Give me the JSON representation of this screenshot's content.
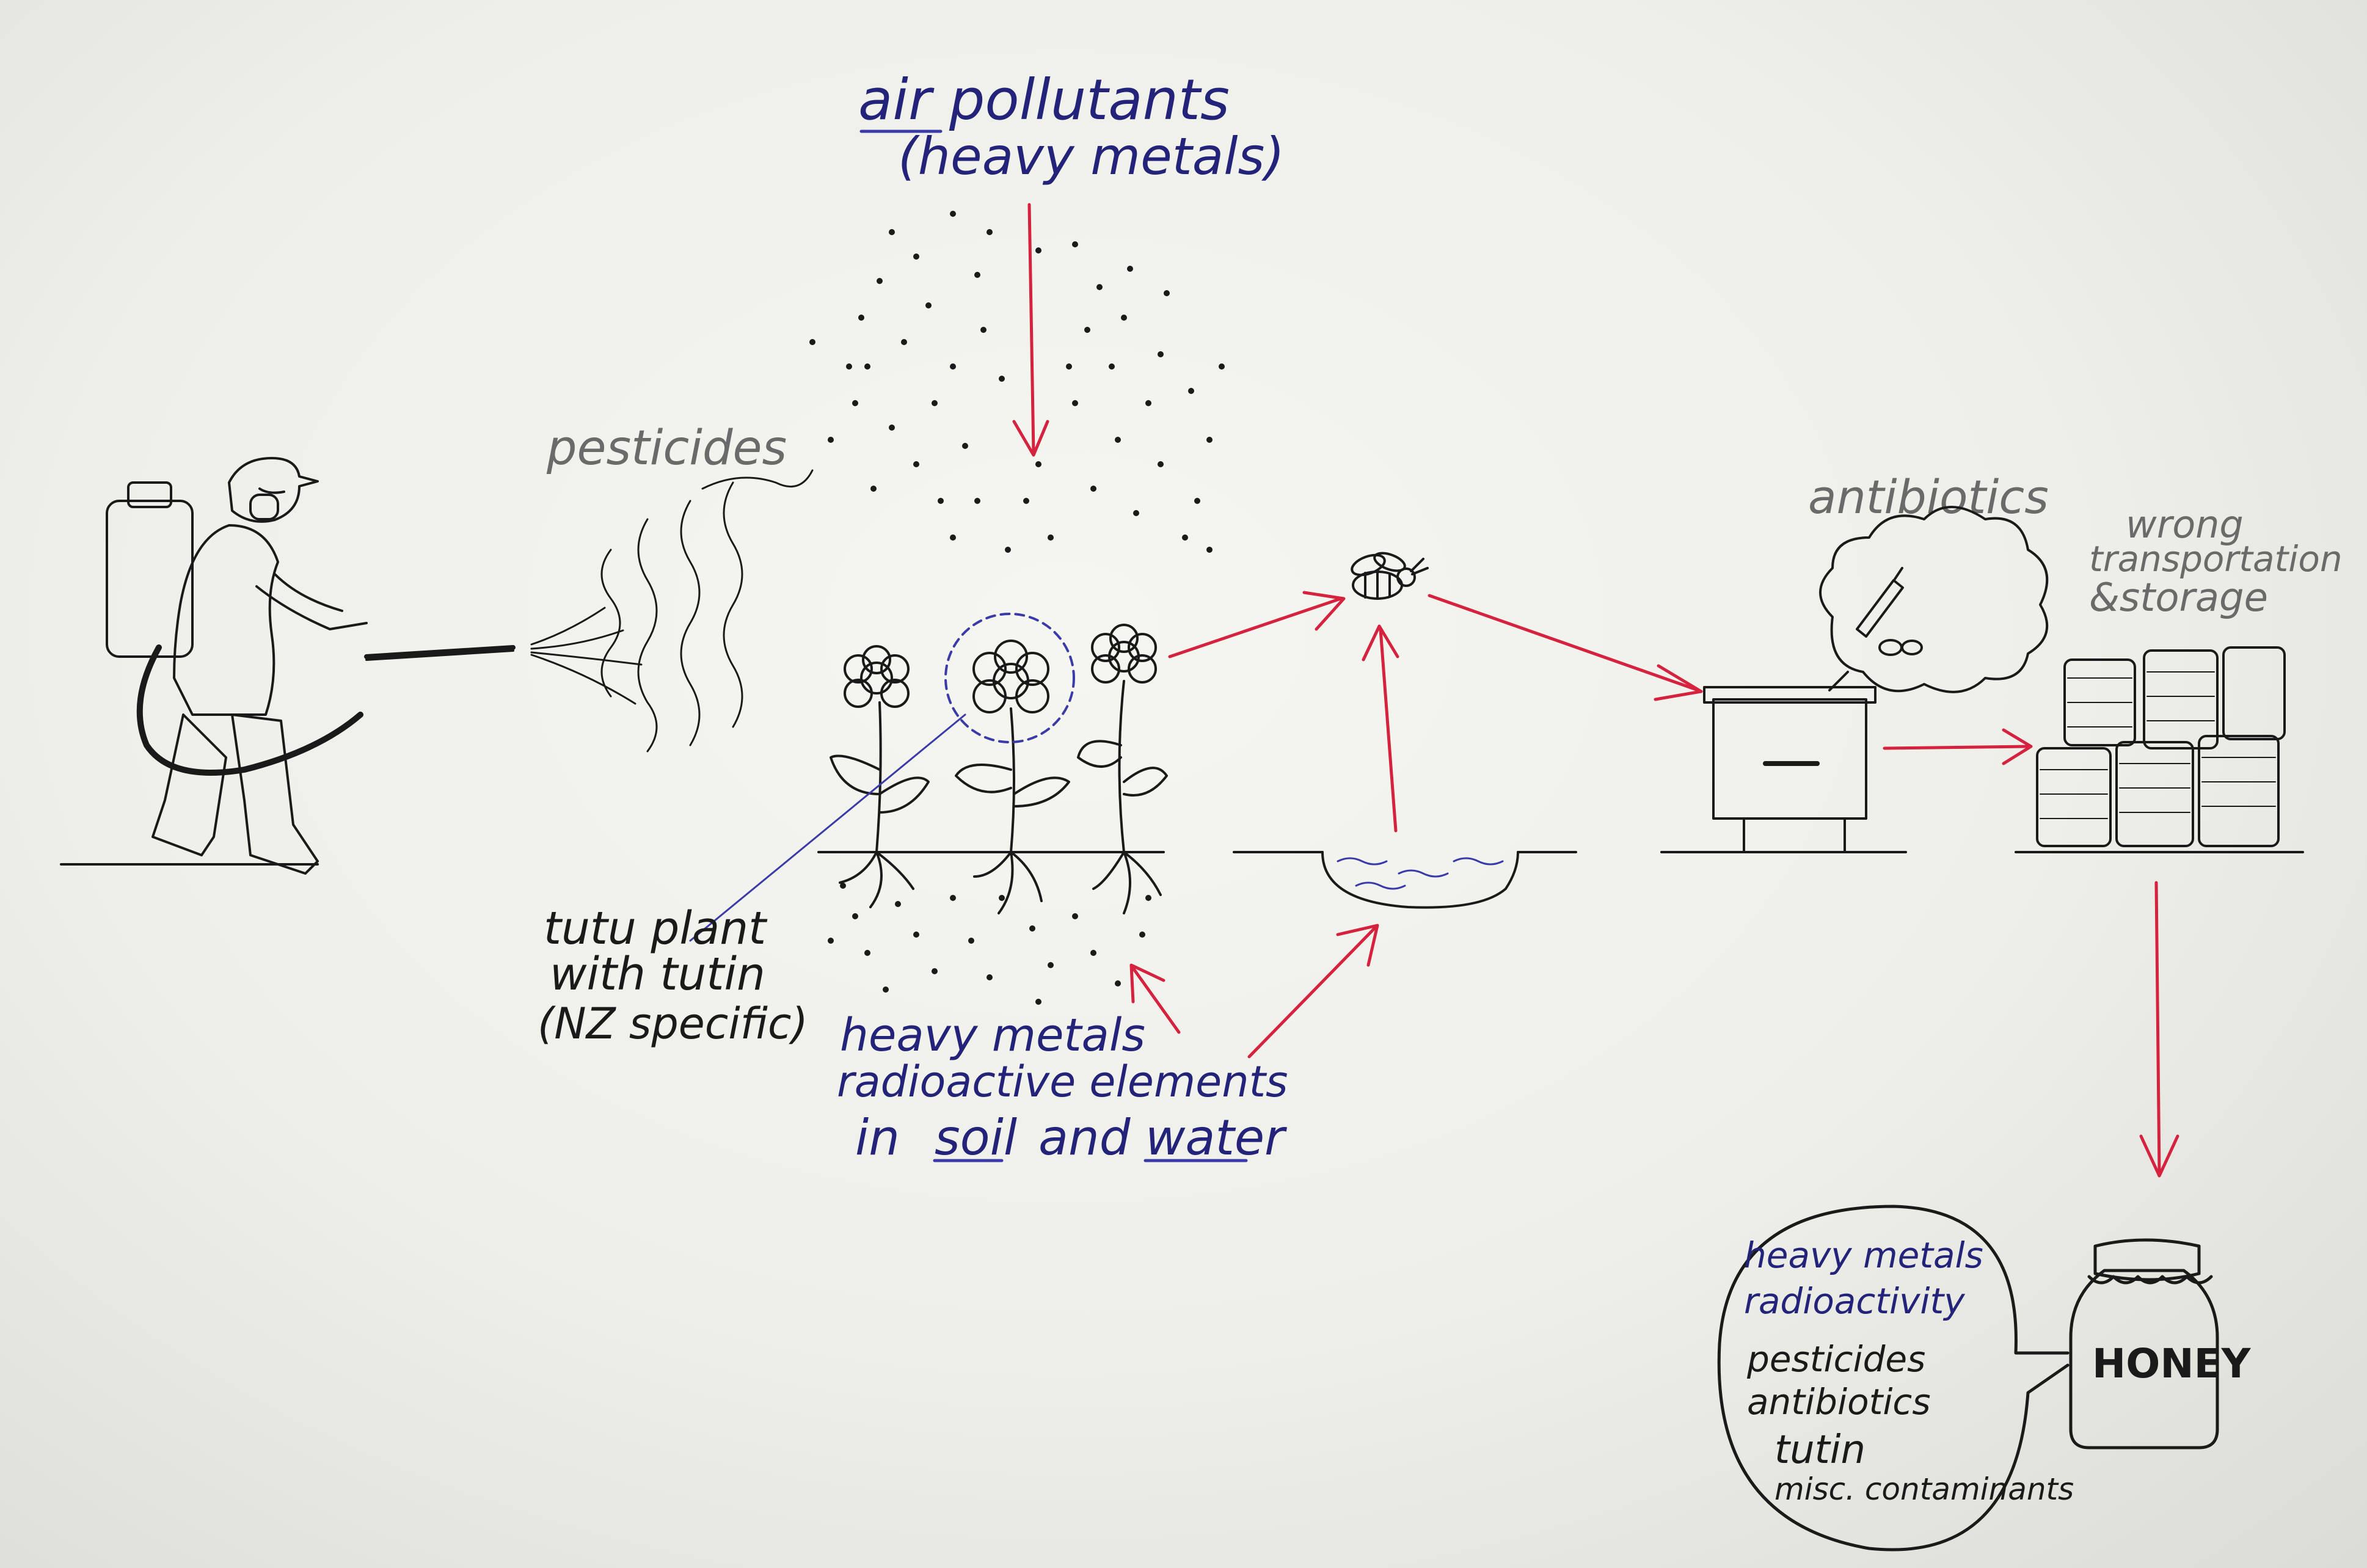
{
  "labels": {
    "air_pollutants": "air pollutants",
    "heavy_metals_paren": "(heavy metals)",
    "pesticides": "pesticides",
    "tutu_line1": "tutu plant",
    "tutu_line2": "with tutin",
    "tutu_line3": "(NZ specific)",
    "soil_line1": "heavy metals",
    "soil_line2": "radioactive elements",
    "soil_line3_in": "in",
    "soil_line3_soil": "soil",
    "soil_line3_and": "and",
    "soil_line3_water": "water",
    "antibiotics": "antibiotics",
    "wrong_line1": "wrong",
    "wrong_line2": "transportation",
    "wrong_line3": "&storage",
    "honey": "HONEY"
  },
  "honey_contents": [
    "heavy metals",
    "radioactivity",
    "pesticides",
    "antibiotics",
    "tutin",
    "misc. contaminants"
  ],
  "colors": {
    "ink": "#1a1a1a",
    "grey_ink": "#6a6a6a",
    "blue_ink": "#23237a",
    "red_arrow": "#d4223f",
    "paper": "#f2f2ed"
  }
}
